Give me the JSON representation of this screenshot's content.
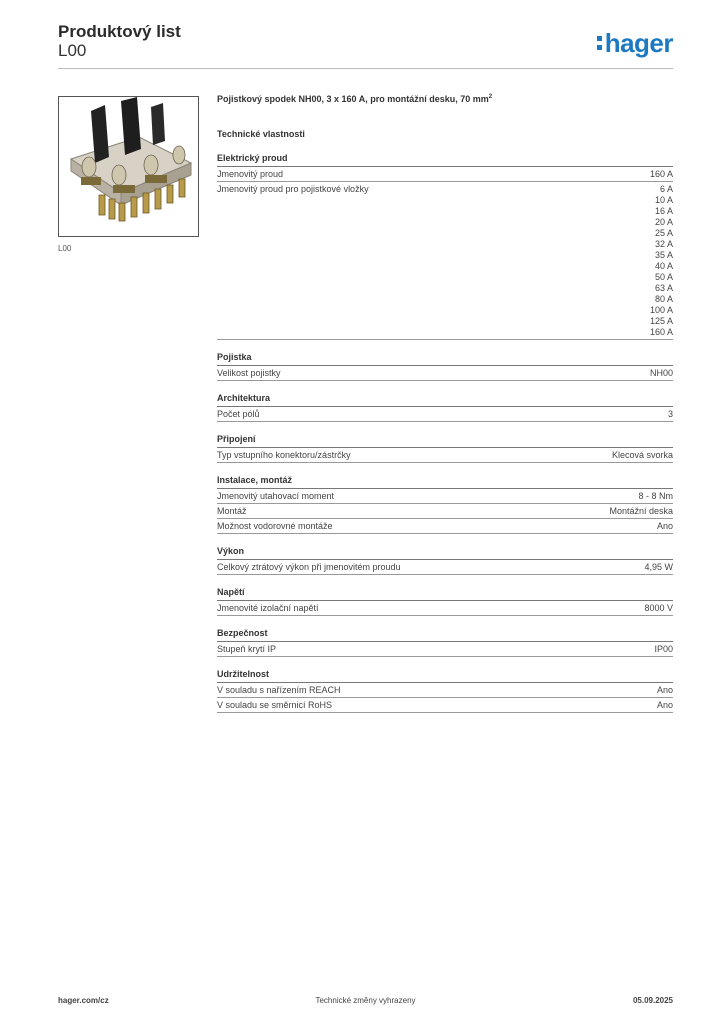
{
  "header": {
    "title": "Produktový list",
    "product_code": "L00",
    "logo_text": "hager"
  },
  "image": {
    "caption": "L00"
  },
  "description": {
    "text": "Pojistkový spodek NH00, 3 x 160 A, pro montážní desku, 70 mm",
    "superscript": "2"
  },
  "tech_title": "Technické vlastnosti",
  "sections": [
    {
      "title": "Elektrický proud",
      "rows": [
        {
          "label": "Jmenovitý proud",
          "value": "160 A"
        },
        {
          "label": "Jmenovitý proud pro pojistkové vložky",
          "values": [
            "6 A",
            "10 A",
            "16 A",
            "20 A",
            "25 A",
            "32 A",
            "35 A",
            "40 A",
            "50 A",
            "63 A",
            "80 A",
            "100 A",
            "125 A",
            "160 A"
          ]
        }
      ]
    },
    {
      "title": "Pojistka",
      "rows": [
        {
          "label": "Velikost pojistky",
          "value": "NH00"
        }
      ]
    },
    {
      "title": "Architektura",
      "rows": [
        {
          "label": "Počet pólů",
          "value": "3"
        }
      ]
    },
    {
      "title": "Připojení",
      "rows": [
        {
          "label": "Typ vstupního konektoru/zástrčky",
          "value": "Klecová svorka"
        }
      ]
    },
    {
      "title": "Instalace, montáž",
      "rows": [
        {
          "label": "Jmenovitý utahovací moment",
          "value": "8 - 8 Nm"
        },
        {
          "label": "Montáž",
          "value": "Montážní deska"
        },
        {
          "label": "Možnost vodorovné montáže",
          "value": "Ano"
        }
      ]
    },
    {
      "title": "Výkon",
      "rows": [
        {
          "label": "Celkový ztrátový výkon při jmenovitém proudu",
          "value": "4,95 W"
        }
      ]
    },
    {
      "title": "Napětí",
      "rows": [
        {
          "label": "Jmenovité izolační napětí",
          "value": "8000 V"
        }
      ]
    },
    {
      "title": "Bezpečnost",
      "rows": [
        {
          "label": "Stupeň krytí IP",
          "value": "IP00"
        }
      ]
    },
    {
      "title": "Udržitelnost",
      "rows": [
        {
          "label": "V souladu s nařízením REACH",
          "value": "Ano"
        },
        {
          "label": "V souladu se směrnicí RoHS",
          "value": "Ano"
        }
      ]
    }
  ],
  "footer": {
    "website": "hager.com/cz",
    "note": "Technické změny vyhrazeny",
    "date": "05.09.2025"
  },
  "colors": {
    "brand_blue": "#1d7ac2",
    "text": "#333333"
  }
}
